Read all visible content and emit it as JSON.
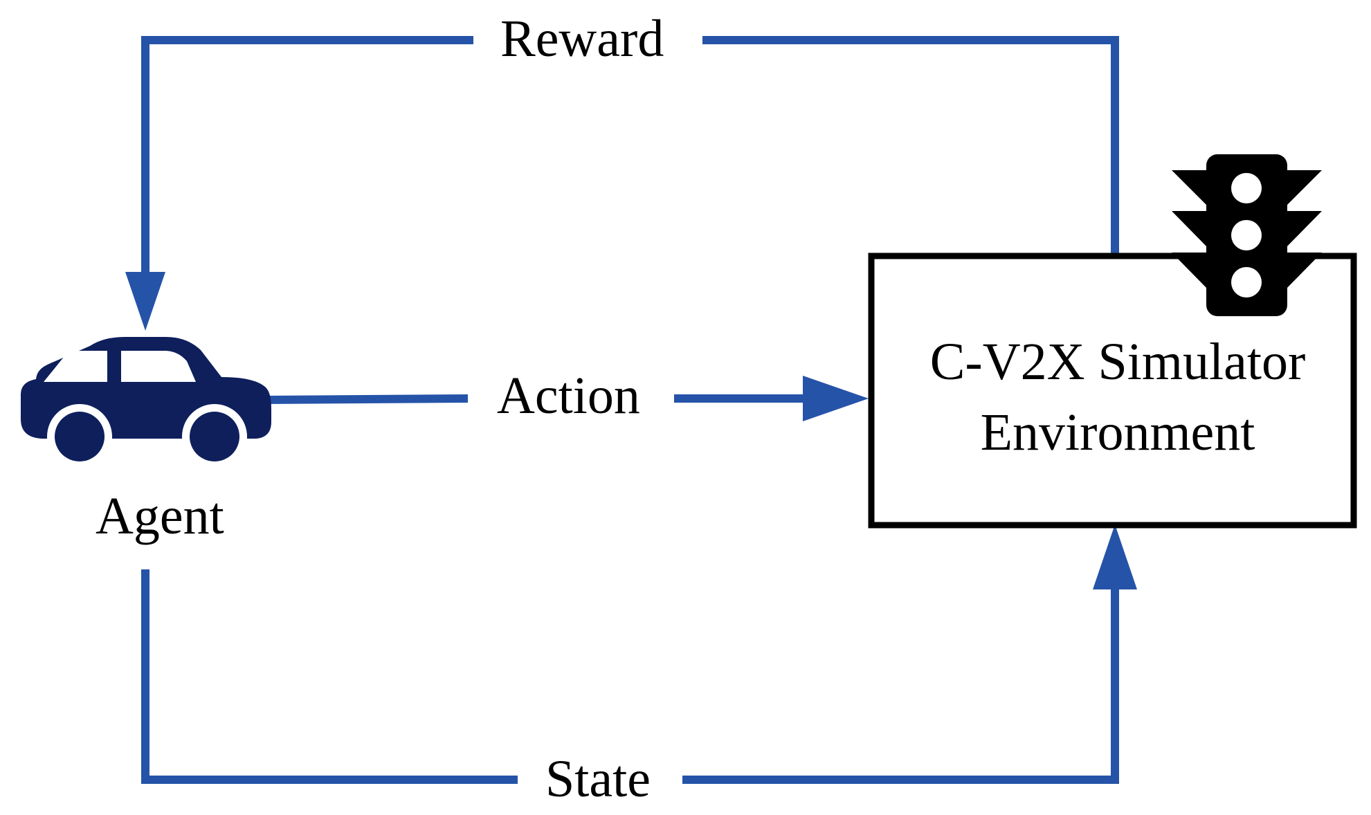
{
  "labels": {
    "reward": "Reward",
    "action": "Action",
    "state": "State",
    "agent": "Agent"
  },
  "environment": {
    "line1": "C-V2X Simulator",
    "line2": "Environment"
  },
  "icons": {
    "agent": "car-icon",
    "environment": "traffic-light-icon"
  },
  "colors": {
    "arrow": "#2553a8",
    "car": "#0e1f5c",
    "box_border": "#000000",
    "traffic_light": "#000000"
  }
}
